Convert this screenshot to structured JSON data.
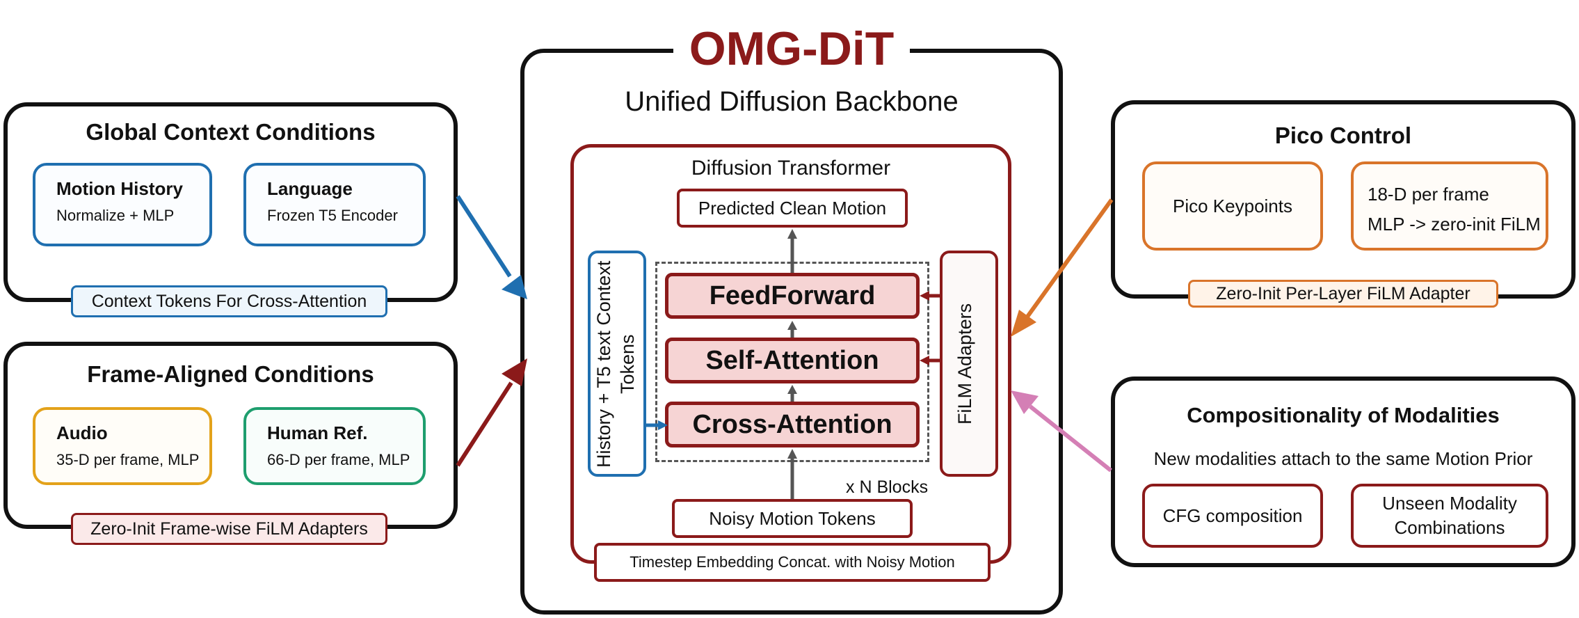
{
  "center": {
    "title": "OMG-DiT",
    "subtitle": "Unified Diffusion Backbone",
    "transformer_label": "Diffusion Transformer",
    "output_label": "Predicted Clean Motion",
    "blocks": [
      "FeedForward",
      "Self-Attention",
      "Cross-Attention"
    ],
    "context_tokens": "History + T5 text Context Tokens",
    "film_adapters": "FiLM Adapters",
    "repeat_label": "x N Blocks",
    "input_label": "Noisy Motion Tokens",
    "timestep_label": "Timestep Embedding Concat. with Noisy Motion"
  },
  "global_context": {
    "title": "Global Context Conditions",
    "cards": [
      {
        "heading": "Motion History",
        "sub": "Normalize + MLP"
      },
      {
        "heading": "Language",
        "sub": "Frozen T5 Encoder"
      }
    ],
    "footer": "Context Tokens For Cross-Attention"
  },
  "frame_aligned": {
    "title": "Frame-Aligned Conditions",
    "cards": [
      {
        "heading": "Audio",
        "sub": "35-D per frame, MLP"
      },
      {
        "heading": "Human Ref.",
        "sub": "66-D per frame, MLP"
      }
    ],
    "footer": "Zero-Init Frame-wise FiLM Adapters"
  },
  "pico_control": {
    "title": "Pico Control",
    "card1": "Pico Keypoints",
    "card2_line1": "18-D per frame",
    "card2_line2": "MLP -> zero-init FiLM",
    "footer": "Zero-Init Per-Layer FiLM Adapter"
  },
  "compositionality": {
    "title": "Compositionality of Modalities",
    "subtitle": "New modalities attach to the same Motion Prior",
    "card1": "CFG composition",
    "card2": "Unseen Modality Combinations"
  },
  "colors": {
    "dark_red": "#8b1a1a",
    "blue": "#1f6fb0",
    "orange": "#d9742a",
    "pink": "#d47fb5",
    "gold": "#e3a21a",
    "green": "#1e9e6e"
  }
}
